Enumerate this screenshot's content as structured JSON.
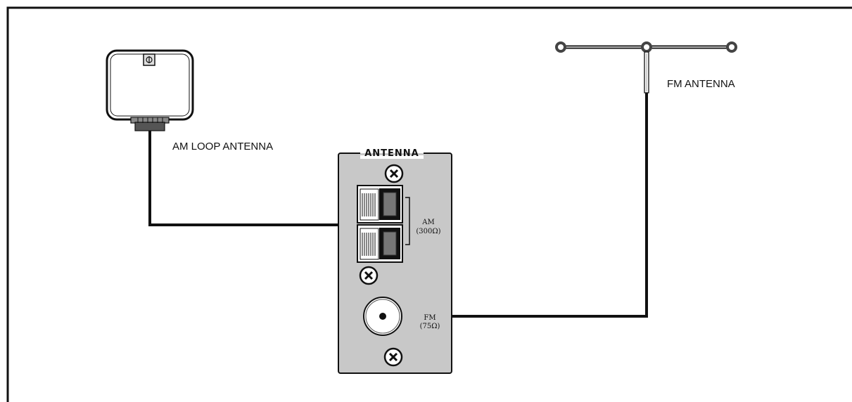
{
  "labels": {
    "am_loop": "AM LOOP ANTENNA",
    "fm_antenna": "FM  ANTENNA",
    "panel_title": "ANTENNA",
    "am_terminal": "AM",
    "am_impedance": "(300Ω)",
    "fm_terminal": "FM",
    "fm_impedance": "(75Ω)"
  },
  "colors": {
    "frame": "#111111",
    "panel": "#c8c8c8",
    "wire": "#111111"
  },
  "icons": [
    "screw-icon",
    "spring-terminal-icon",
    "coax-jack-icon",
    "dipole-antenna-icon",
    "loop-antenna-icon"
  ]
}
